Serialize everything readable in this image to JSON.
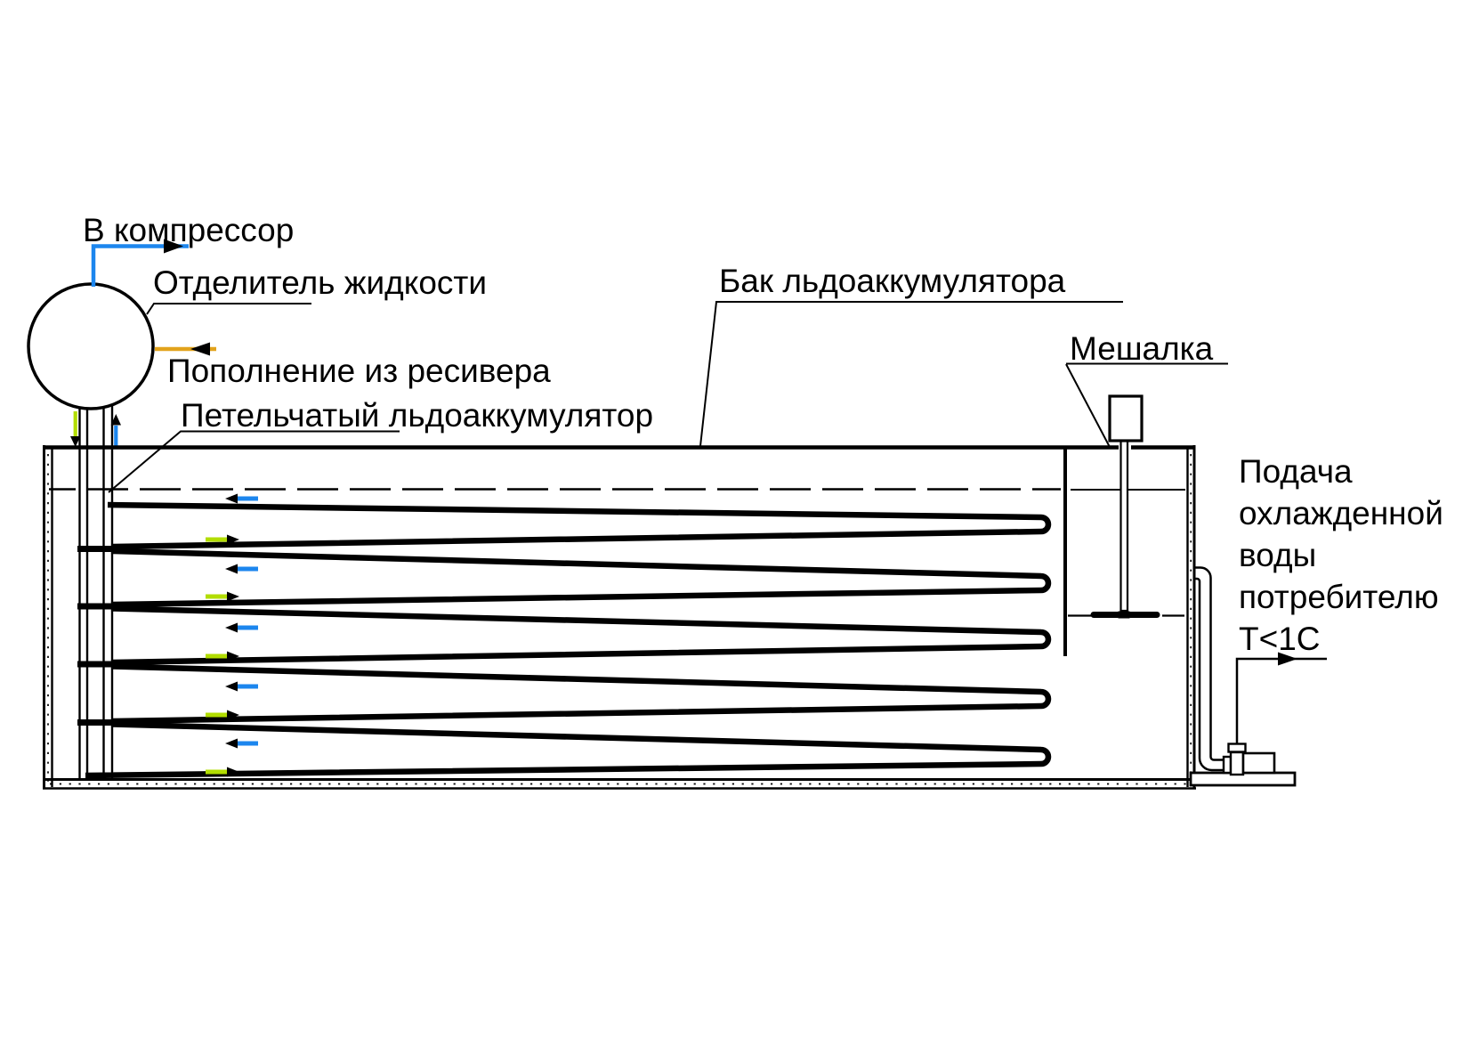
{
  "labels": {
    "to_compressor": "В компрессор",
    "liquid_separator": "Отделитель жидкости",
    "refill_from_receiver": "Пополнение из ресивера",
    "loop_ice_accumulator": "Петельчатый льдоаккумулятор",
    "ice_accumulator_tank": "Бак льдоаккумулятора",
    "mixer": "Мешалка",
    "chilled_water": [
      "Подача",
      "охлажденной",
      "воды",
      "потребителю",
      "Т<1С"
    ]
  },
  "colors": {
    "vapor_blue": "#1c86ee",
    "liquid_green": "#b2dd00",
    "receiver_orange": "#e2a31c",
    "line_black": "#000000",
    "background": "#ffffff"
  }
}
